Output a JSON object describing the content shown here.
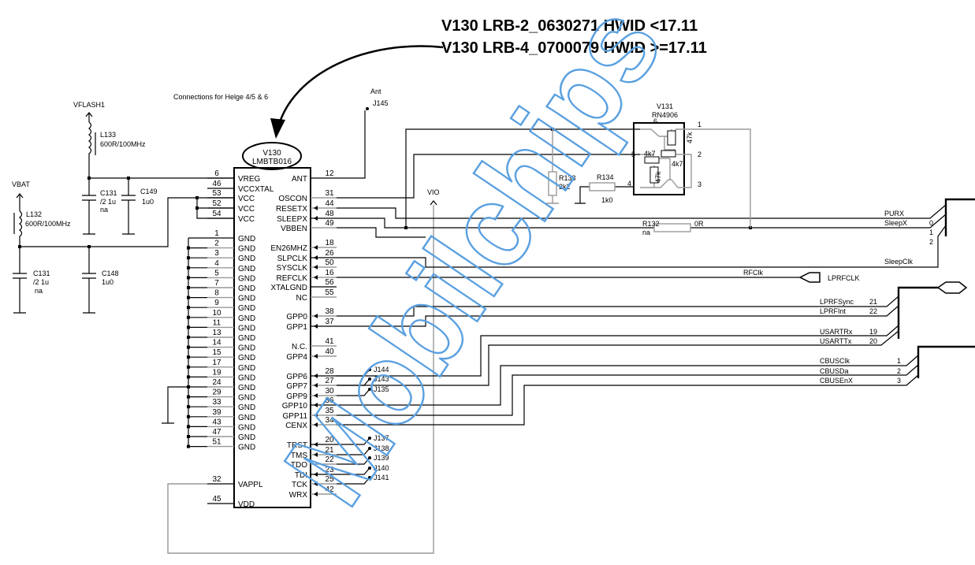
{
  "header": {
    "line1": "V130 LRB-2_0630271 HWID <17.11",
    "line2": "V130 LRB-4_0700079 HWID >=17.11",
    "note": "Connections for Helge 4/5 & 6"
  },
  "watermark": "Mobilchips",
  "power": {
    "vflash": "VFLASH1",
    "vbat": "VBAT",
    "vio": "VIO",
    "l133": {
      "ref": "L133",
      "value": "600R/100MHz"
    },
    "l132": {
      "ref": "L132",
      "value": "600R/100MHz"
    },
    "c131a": {
      "ref": "C131",
      "value": "/2 1u",
      "note": "na"
    },
    "c149": {
      "ref": "C149",
      "value": "1u0"
    },
    "c131b": {
      "ref": "C131",
      "value": "/2 1u",
      "note": "na"
    },
    "c148": {
      "ref": "C148",
      "value": "1u0"
    }
  },
  "ic": {
    "ref": "V130",
    "part": "LMBTB016",
    "left_pins": [
      {
        "num": "6",
        "name": "VREG"
      },
      {
        "num": "46",
        "name": "VCCXTAL"
      },
      {
        "num": "53",
        "name": "VCC"
      },
      {
        "num": "52",
        "name": "VCC"
      },
      {
        "num": "54",
        "name": "VCC"
      },
      {
        "num": "1",
        "name": "GND"
      },
      {
        "num": "2",
        "name": "GND"
      },
      {
        "num": "3",
        "name": "GND"
      },
      {
        "num": "4",
        "name": "GND"
      },
      {
        "num": "5",
        "name": "GND"
      },
      {
        "num": "7",
        "name": "GND"
      },
      {
        "num": "8",
        "name": "GND"
      },
      {
        "num": "9",
        "name": "GND"
      },
      {
        "num": "10",
        "name": "GND"
      },
      {
        "num": "11",
        "name": "GND"
      },
      {
        "num": "13",
        "name": "GND"
      },
      {
        "num": "14",
        "name": "GND"
      },
      {
        "num": "15",
        "name": "GND"
      },
      {
        "num": "17",
        "name": "GND"
      },
      {
        "num": "19",
        "name": "GND"
      },
      {
        "num": "24",
        "name": "GND"
      },
      {
        "num": "29",
        "name": "GND"
      },
      {
        "num": "33",
        "name": "GND"
      },
      {
        "num": "39",
        "name": "GND"
      },
      {
        "num": "43",
        "name": "GND"
      },
      {
        "num": "47",
        "name": "GND"
      },
      {
        "num": "51",
        "name": "GND"
      },
      {
        "num": "32",
        "name": "VAPPL"
      },
      {
        "num": "45",
        "name": "VDD"
      }
    ],
    "right_pins": [
      {
        "num": "12",
        "name": "ANT"
      },
      {
        "num": "31",
        "name": "OSCON"
      },
      {
        "num": "44",
        "name": "RESETX"
      },
      {
        "num": "48",
        "name": "SLEEPX"
      },
      {
        "num": "49",
        "name": "VBBEN"
      },
      {
        "num": "18",
        "name": "EN26MHZ"
      },
      {
        "num": "26",
        "name": "SLPCLK"
      },
      {
        "num": "50",
        "name": "SYSCLK"
      },
      {
        "num": "16",
        "name": "REFCLK"
      },
      {
        "num": "56",
        "name": "XTALGND"
      },
      {
        "num": "55",
        "name": "NC"
      },
      {
        "num": "38",
        "name": "GPP0"
      },
      {
        "num": "37",
        "name": "GPP1"
      },
      {
        "num": "41",
        "name": "N.C."
      },
      {
        "num": "40",
        "name": "GPP4"
      },
      {
        "num": "28",
        "name": "GPP6"
      },
      {
        "num": "27",
        "name": "GPP7"
      },
      {
        "num": "30",
        "name": "GPP9"
      },
      {
        "num": "36",
        "name": "GPP10"
      },
      {
        "num": "35",
        "name": "GPP11"
      },
      {
        "num": "34",
        "name": "CENX"
      },
      {
        "num": "20",
        "name": "TRST"
      },
      {
        "num": "21",
        "name": "TMS"
      },
      {
        "num": "22",
        "name": "TDO"
      },
      {
        "num": "23",
        "name": "TDI"
      },
      {
        "num": "25",
        "name": "TCK"
      },
      {
        "num": "42",
        "name": "WRX"
      }
    ]
  },
  "testpoints": {
    "ant_label": "Ant",
    "j145": "J145",
    "gpp": [
      "J144",
      "J143",
      "J135"
    ],
    "jtag": [
      "J137",
      "J138",
      "J139",
      "J140",
      "J141"
    ]
  },
  "transistor": {
    "ref": "V131",
    "part": "RN4906",
    "pins": [
      "6",
      "5",
      "4",
      "1",
      "2",
      "3"
    ],
    "r_values": [
      "47k",
      "4k7",
      "4k7",
      "47k"
    ]
  },
  "resistors": {
    "r133": {
      "ref": "R133",
      "value": "2k2"
    },
    "r134": {
      "ref": "R134",
      "value": "1k0"
    },
    "r132": {
      "ref": "R132",
      "value": "0R",
      "note": "na"
    }
  },
  "nets": {
    "purx": "PURX",
    "sleepx": "SleepX",
    "sleepclk": "SleepClk",
    "bus1_idx": [
      "0",
      "1",
      "2"
    ],
    "rfclk": "RFClk",
    "lprfclk": "LPRFCLK",
    "lprfsync": "LPRFSync",
    "lprfsync_n": "21",
    "lprfint": "LPRFInt",
    "lprfint_n": "22",
    "usartrx": "USARTRx",
    "usartrx_n": "19",
    "usarttx": "USARTTx",
    "usarttx_n": "20",
    "cbusclk": "CBUSClk",
    "cbusclk_n": "1",
    "cbusda": "CBUSDa",
    "cbusda_n": "2",
    "cbusenx": "CBUSEnX",
    "cbusenx_n": "3"
  },
  "colors": {
    "watermark": "#5aa0e0",
    "wire": "#000000",
    "pin": "#999999"
  }
}
